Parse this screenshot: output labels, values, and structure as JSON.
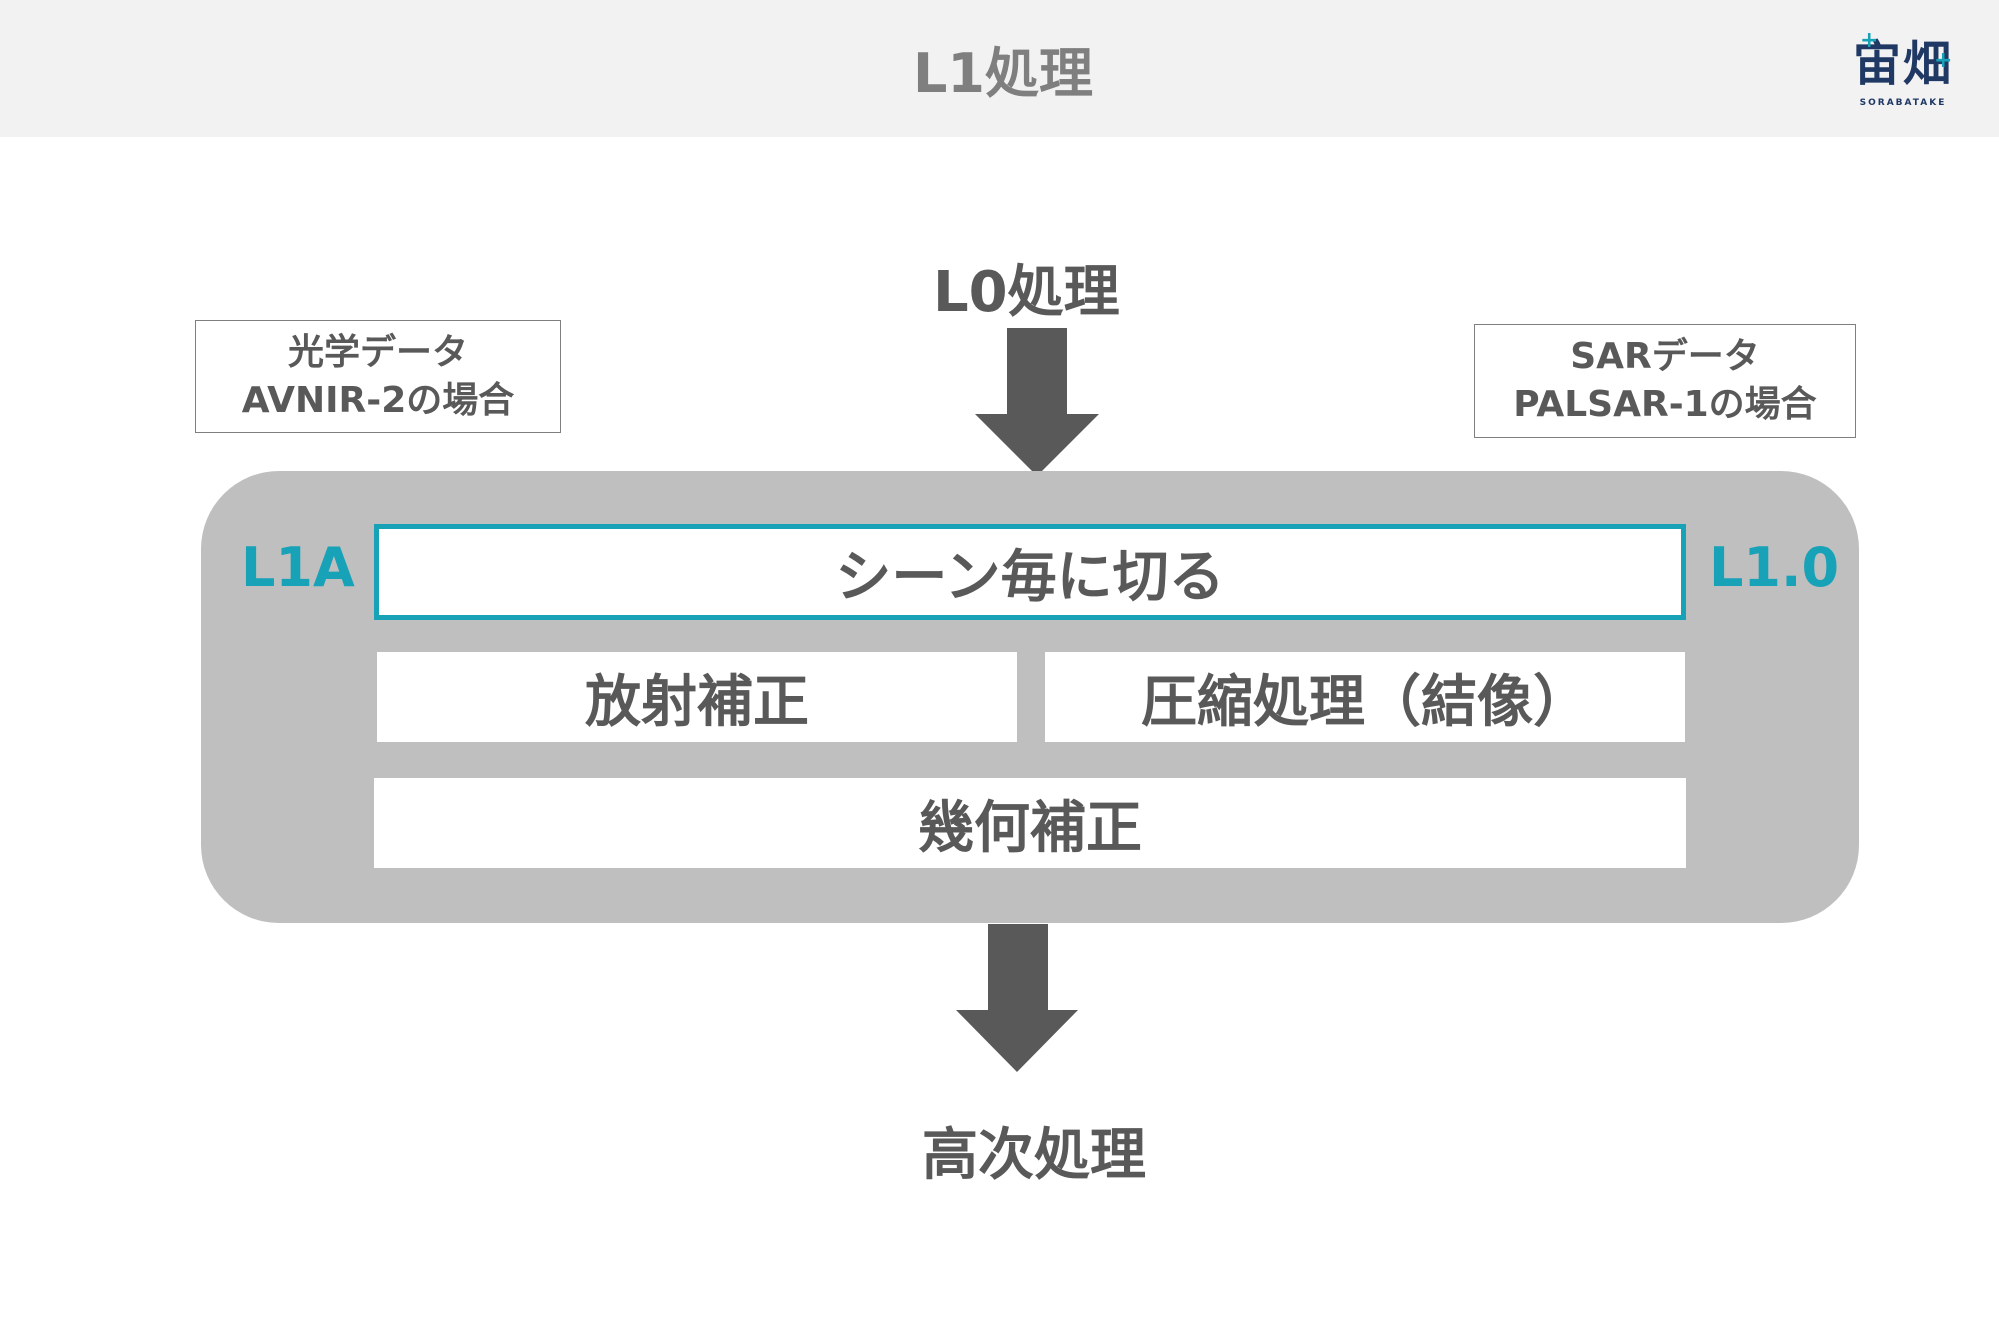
{
  "header": {
    "title": "L1処理",
    "logo_text": "宙畑",
    "logo_subtext": "SORABATAKE"
  },
  "flow": {
    "input_label": "L0処理",
    "output_label": "高次処理"
  },
  "notes": {
    "optical": {
      "line1": "光学データ",
      "line2": "AVNIR-2の場合"
    },
    "sar": {
      "line1": "SARデータ",
      "line2": "PALSAR-1の場合"
    }
  },
  "levels": {
    "left": "L1A",
    "right": "L1.0"
  },
  "steps": {
    "scene_cut": "シーン毎に切る",
    "radiometric": "放射補正",
    "compression": "圧縮処理（結像）",
    "geometric": "幾何補正"
  },
  "colors": {
    "accent": "#17a2b8",
    "arrow": "#595959",
    "container": "#bfbfbf",
    "header_bg": "#f2f2f2"
  }
}
